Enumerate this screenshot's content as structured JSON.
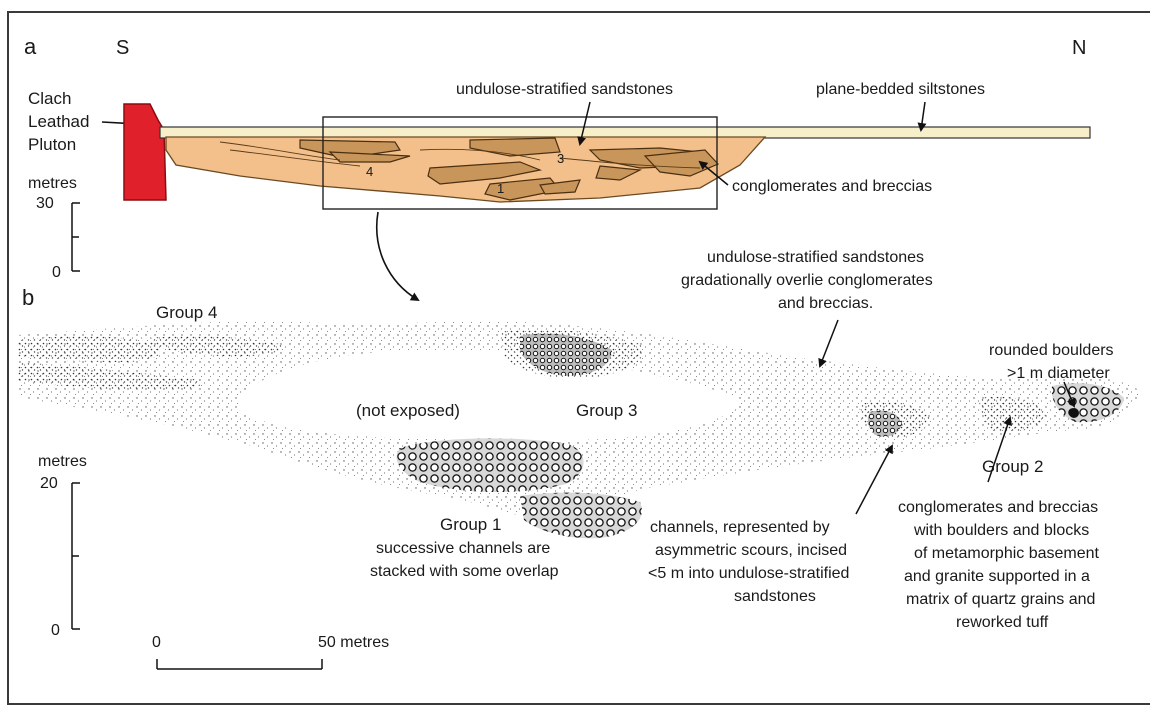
{
  "panel_a": {
    "letter": "a",
    "south": "S",
    "north": "N",
    "pluton_label": [
      "Clach",
      "Leathad",
      "Pluton"
    ],
    "sandstone_label": "undulose-stratified sandstones",
    "siltstone_label": "plane-bedded siltstones",
    "conglomerate_label": "conglomerates and breccias",
    "scale_unit": "metres",
    "scale_top": "30",
    "scale_bottom": "0",
    "group_numbers": [
      "4",
      "3",
      "1"
    ],
    "colors": {
      "pluton": "#e0202a",
      "sandstone": "#f3c08c",
      "conglomerate": "#c8955a",
      "siltstone": "#f7efc9"
    }
  },
  "panel_b": {
    "letter": "b",
    "group4": "Group 4",
    "group3": "Group 3",
    "group2": "Group 2",
    "group1": "Group 1",
    "not_exposed": "(not exposed)",
    "overlie_note": [
      "undulose-stratified sandstones",
      "gradationally overlie conglomerates",
      "and breccias."
    ],
    "boulder_note": [
      "rounded boulders",
      ">1 m diameter"
    ],
    "group1_note": [
      "successive channels are",
      "stacked with some overlap"
    ],
    "channel_note": [
      "channels, represented by",
      "asymmetric scours, incised",
      "<5 m into undulose-stratified",
      "sandstones"
    ],
    "group2_note": [
      "conglomerates and breccias",
      "with boulders and blocks",
      "of metamorphic basement",
      "and granite supported in a",
      "matrix of quartz grains and",
      "reworked tuff"
    ],
    "vscale_unit": "metres",
    "vscale_top": "20",
    "vscale_bottom": "0",
    "hscale_start": "0",
    "hscale_end": "50 metres"
  }
}
